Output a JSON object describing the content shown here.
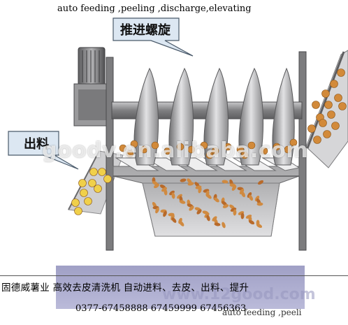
{
  "top_caption": "auto feeding ,peeling ,discharge,elevating",
  "callouts": {
    "screw_label": "推进螺旋",
    "discharge_label": "出料"
  },
  "watermark": "goodv.en.alibaba.com",
  "url_watermark": "www.12good.com",
  "footer": {
    "line1": "固德威薯业    高效去皮清洗机    自动进料、去皮、出料、提升",
    "line2": "0377-67458888   67459999 67456363",
    "overlap_caption": "auto feeding ,peeli"
  },
  "colors": {
    "tank": "#b9b9bb",
    "shaft": "#8f8f91",
    "callout_fill": "#d9e6f1",
    "potato": "#d28a3a",
    "footer_band": "#9595c4"
  }
}
